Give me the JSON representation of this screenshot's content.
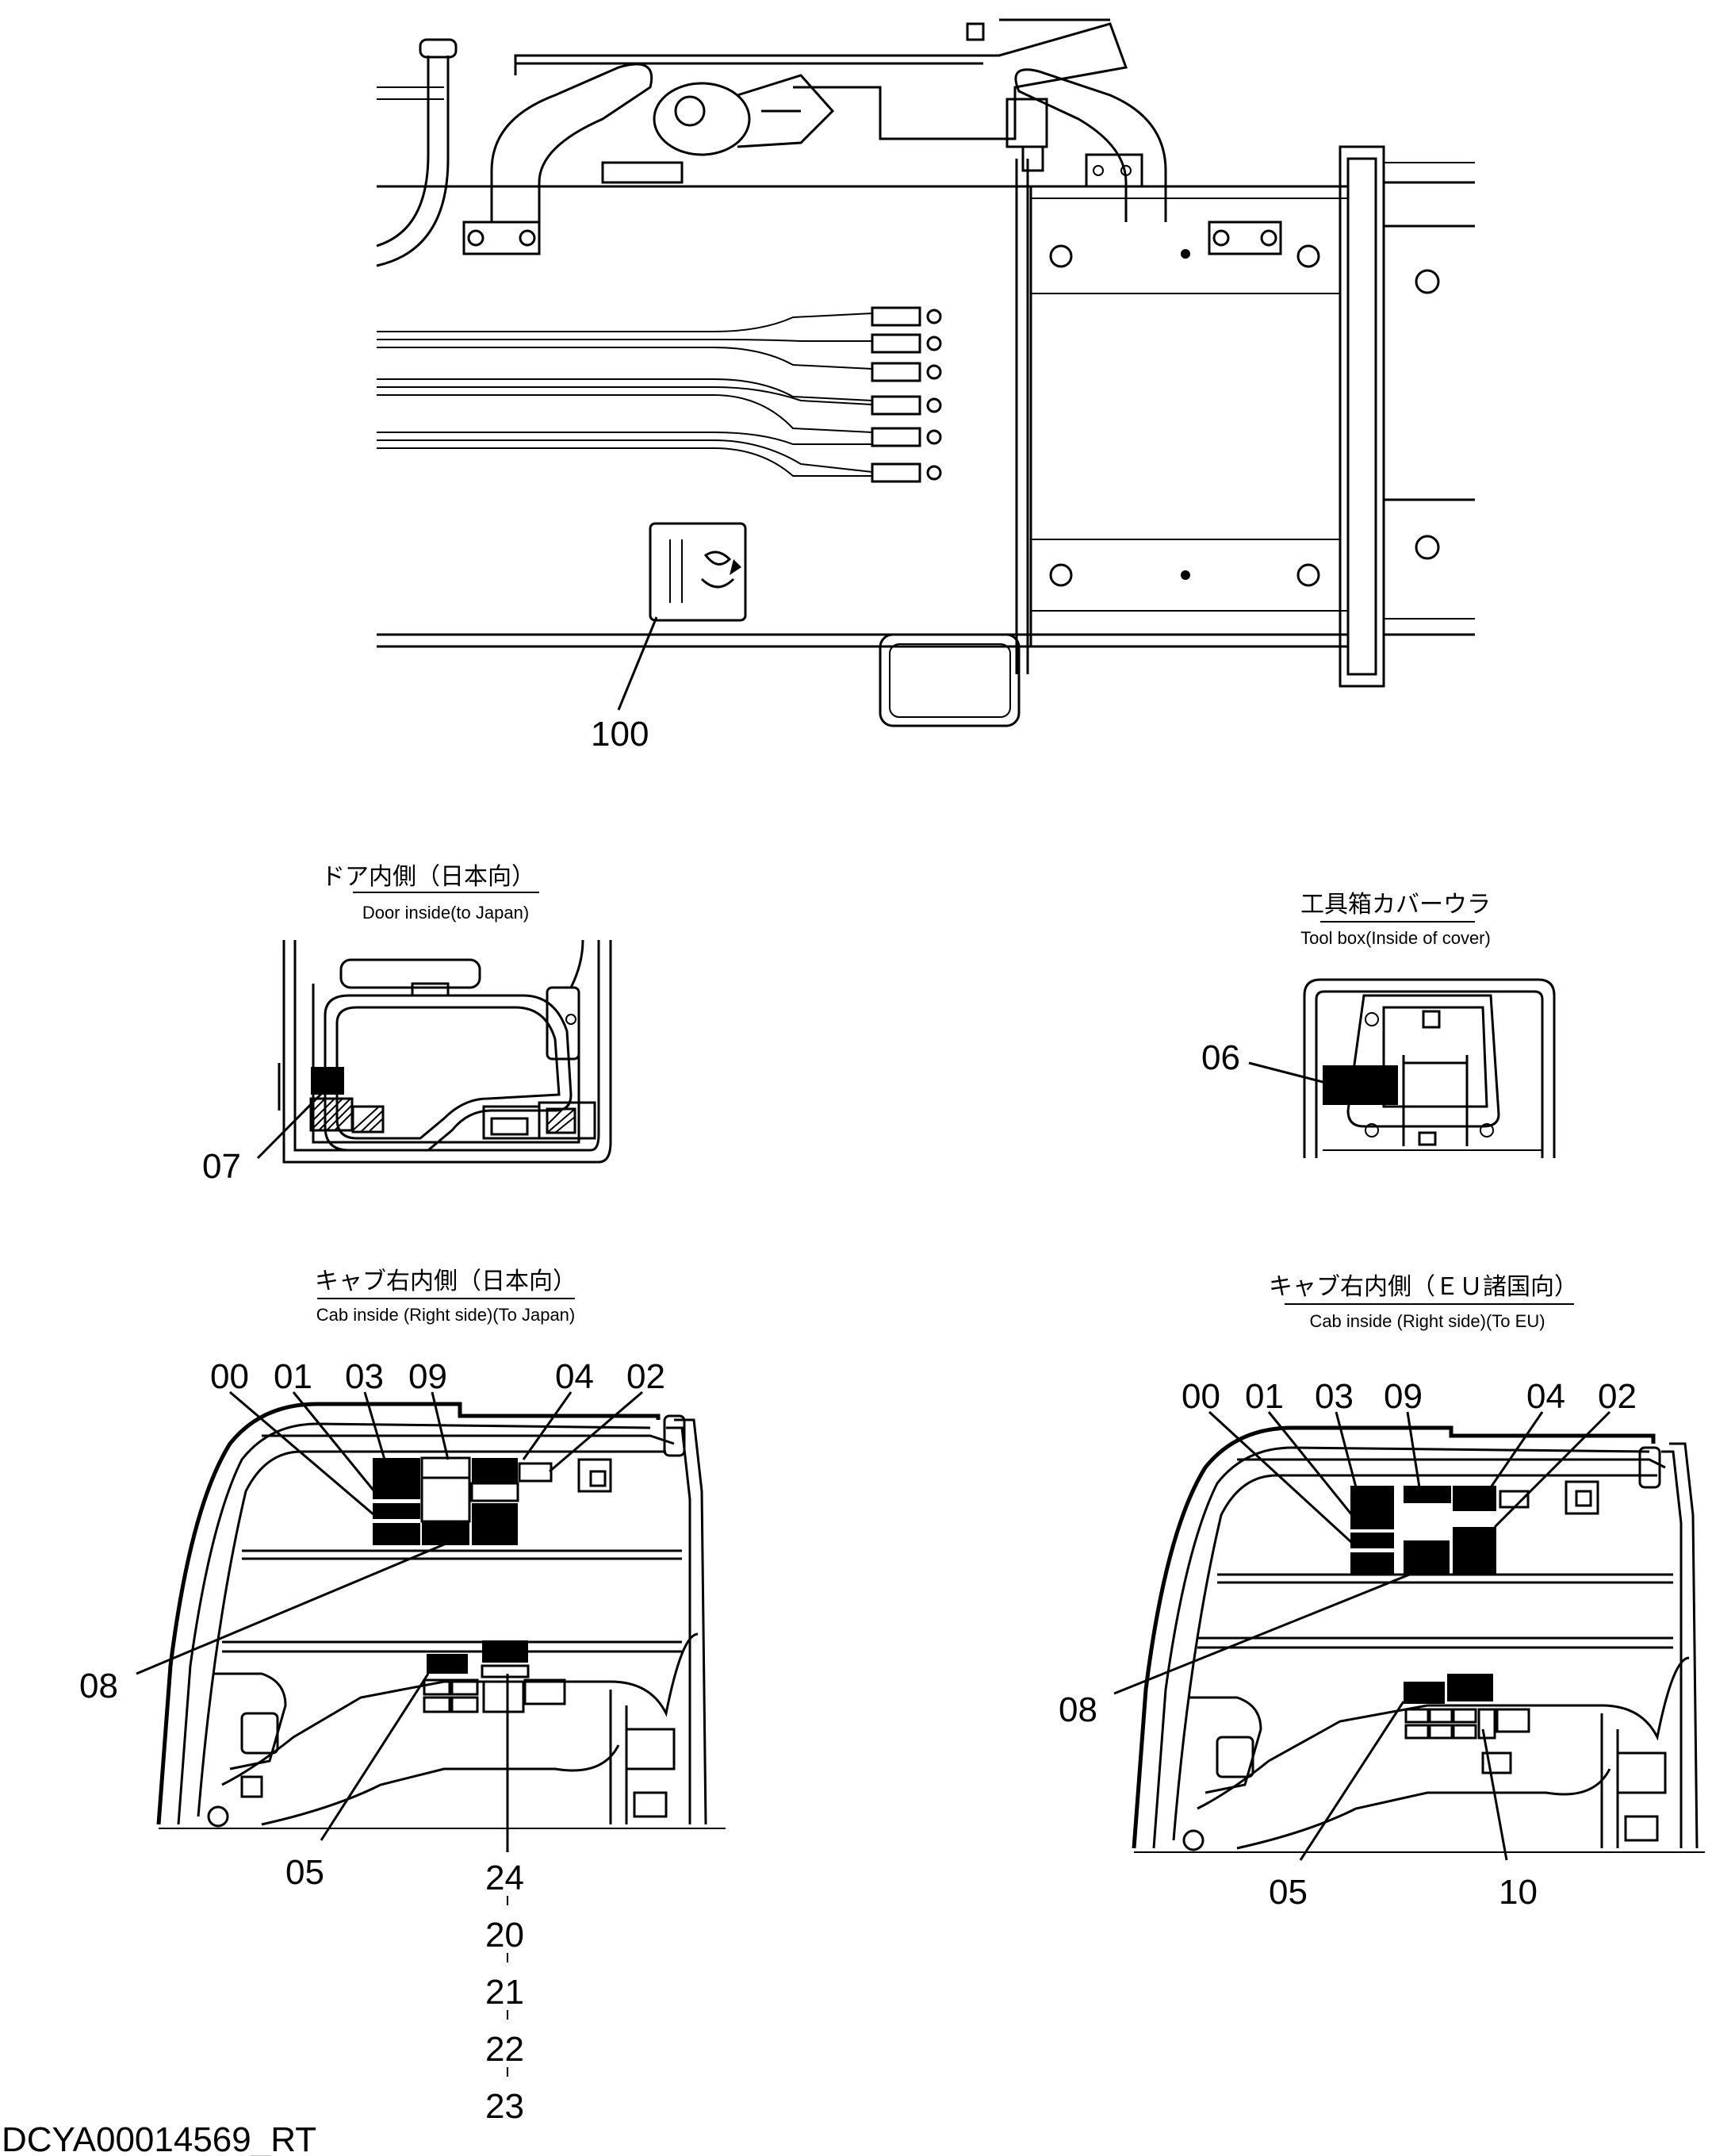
{
  "diagram_id": "DCYA00014569_RT",
  "callouts": {
    "c100": "100",
    "c07": "07",
    "c06": "06",
    "j00": "00",
    "j01": "01",
    "j03": "03",
    "j09": "09",
    "j04": "04",
    "j02": "02",
    "j08": "08",
    "j05": "05",
    "j24": "24",
    "j20": "20",
    "j21": "21",
    "j22": "22",
    "j23": "23",
    "e00": "00",
    "e01": "01",
    "e03": "03",
    "e09": "09",
    "e04": "04",
    "e02": "02",
    "e08": "08",
    "e05": "05",
    "e10": "10"
  },
  "views": {
    "door": {
      "title_jp": "ドア内側（日本向）",
      "title_en": "Door inside(to Japan)"
    },
    "toolbox": {
      "title_jp": "工具箱カバーウラ",
      "title_en": "Tool box(Inside of cover)"
    },
    "cab_jp": {
      "title_jp": "キャブ右内側（日本向）",
      "title_en": "Cab inside (Right side)(To Japan)"
    },
    "cab_eu": {
      "title_jp": "キャブ右内側（ＥＵ諸国向）",
      "title_en": "Cab inside (Right side)(To EU)"
    }
  }
}
